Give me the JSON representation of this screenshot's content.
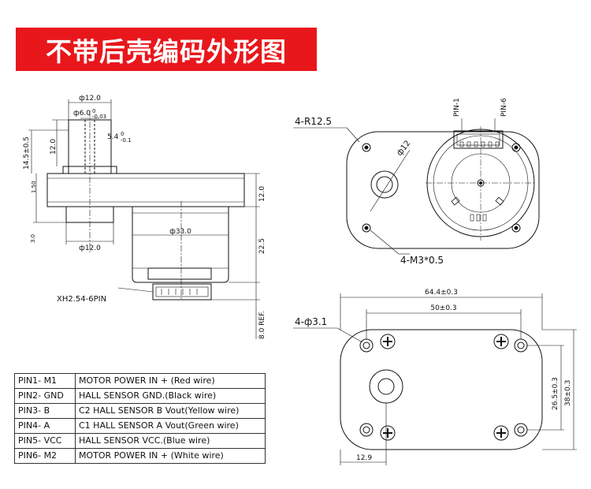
{
  "header": {
    "title": "不带后壳编码外形图",
    "bg_color": "#e8171b"
  },
  "side_view": {
    "shaft_dia": "ф12.0",
    "shaft_inner_dia": "ф6.0",
    "shaft_inner_tol_upper": "0",
    "shaft_inner_tol_lower": "-0.03",
    "flat": "5.4",
    "flat_tol_upper": "0",
    "flat_tol_lower": "-0.1",
    "dim_height_outer": "14.5±0.5",
    "dim_height_inner": "12.0",
    "dim_flange": "1.50",
    "dim_gearbox_height": "12.0",
    "dim_boss_height": "3.0",
    "boss_dia": "ф12.0",
    "motor_dia": "ф33.0",
    "dim_motor_len": "22.5",
    "dim_ref": "8.0 REF.",
    "connector_label": "XH2.54-6PIN"
  },
  "rear_view": {
    "corner_radius": "4-R12.5",
    "hole_dia": "ф12",
    "pin1": "PIN-1",
    "pin6": "PIN-6",
    "thread": "4-M3*0.5"
  },
  "front_view": {
    "width_total": "64.4±0.3",
    "hole_spacing_x": "50±0.3",
    "holes": "4-ф3.1",
    "hole_spacing_y": "26.5±0.3",
    "height_total": "38±0.3",
    "shaft_offset": "12.9"
  },
  "pins": [
    {
      "pin": "PIN1- M1",
      "desc": "MOTOR POWER IN + (Red wire)"
    },
    {
      "pin": "PIN2- GND",
      "desc": "HALL SENSOR GND.(Black wire)"
    },
    {
      "pin": "PIN3- B",
      "desc": "C2 HALL SENSOR B Vout(Yellow wire)"
    },
    {
      "pin": "PIN4- A",
      "desc": "C1 HALL SENSOR A Vout(Green wire)"
    },
    {
      "pin": "PIN5- VCC",
      "desc": "HALL SENSOR VCC.(Blue wire)"
    },
    {
      "pin": "PIN6- M2",
      "desc": "MOTOR POWER IN + (White wire)"
    }
  ]
}
